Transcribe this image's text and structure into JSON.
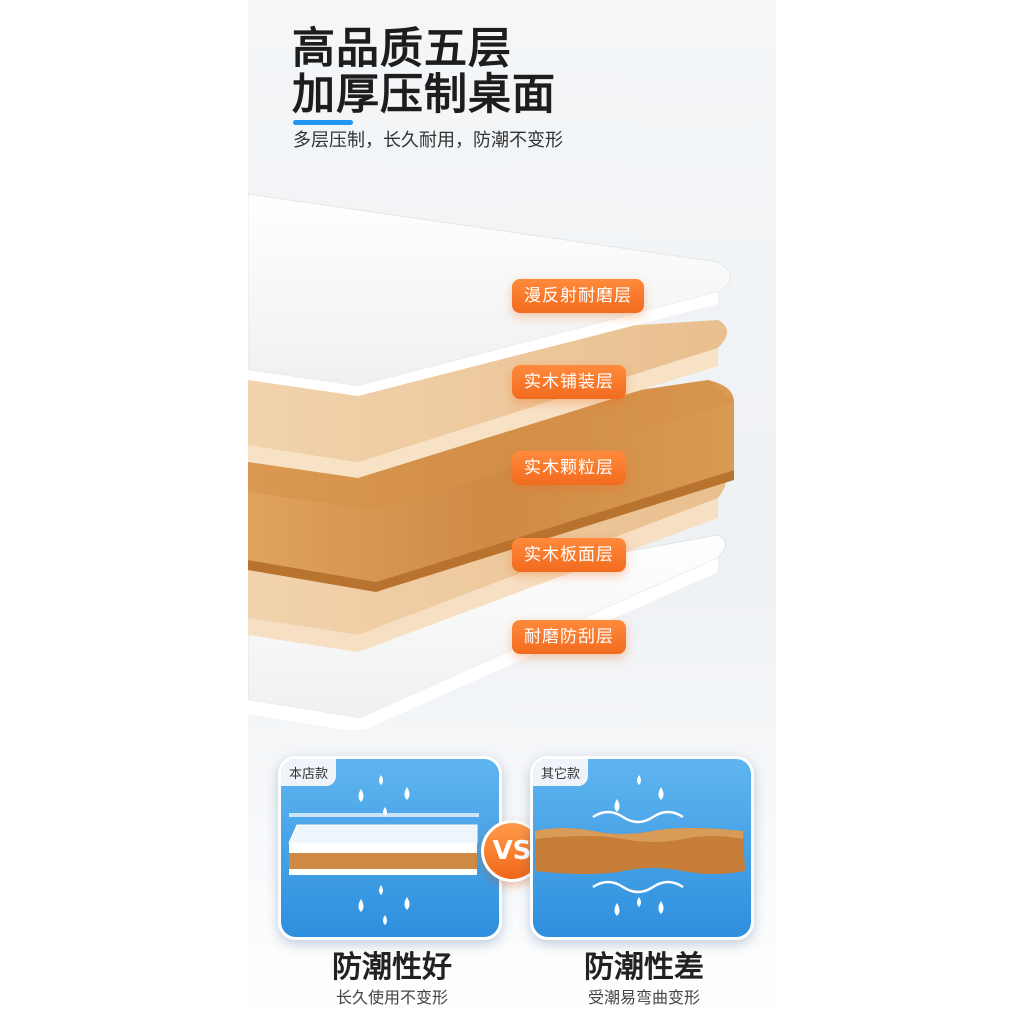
{
  "header": {
    "title_line1": "高品质五层",
    "title_line2": "加厚压制桌面",
    "subtitle": "多层压制，长久耐用，防潮不变形"
  },
  "layers": [
    "漫反射耐磨层",
    "实木铺装层",
    "实木颗粒层",
    "实木板面层",
    "耐磨防刮层"
  ],
  "comparison": {
    "left": {
      "badge": "本店款",
      "title": "防潮性好",
      "subtitle": "长久使用不变形"
    },
    "vs": "VS",
    "right": {
      "badge": "其它款",
      "title": "防潮性差",
      "subtitle": "受潮易弯曲变形"
    }
  },
  "colors": {
    "accent_blue": "#2196f3",
    "tag_orange": "#f26b1e",
    "card_blue": "#3a9be5",
    "wood_light": "#e7b98a",
    "wood_dark": "#c9803a"
  },
  "icons": [
    "water-drop-icon",
    "moisture-wave-icon"
  ]
}
